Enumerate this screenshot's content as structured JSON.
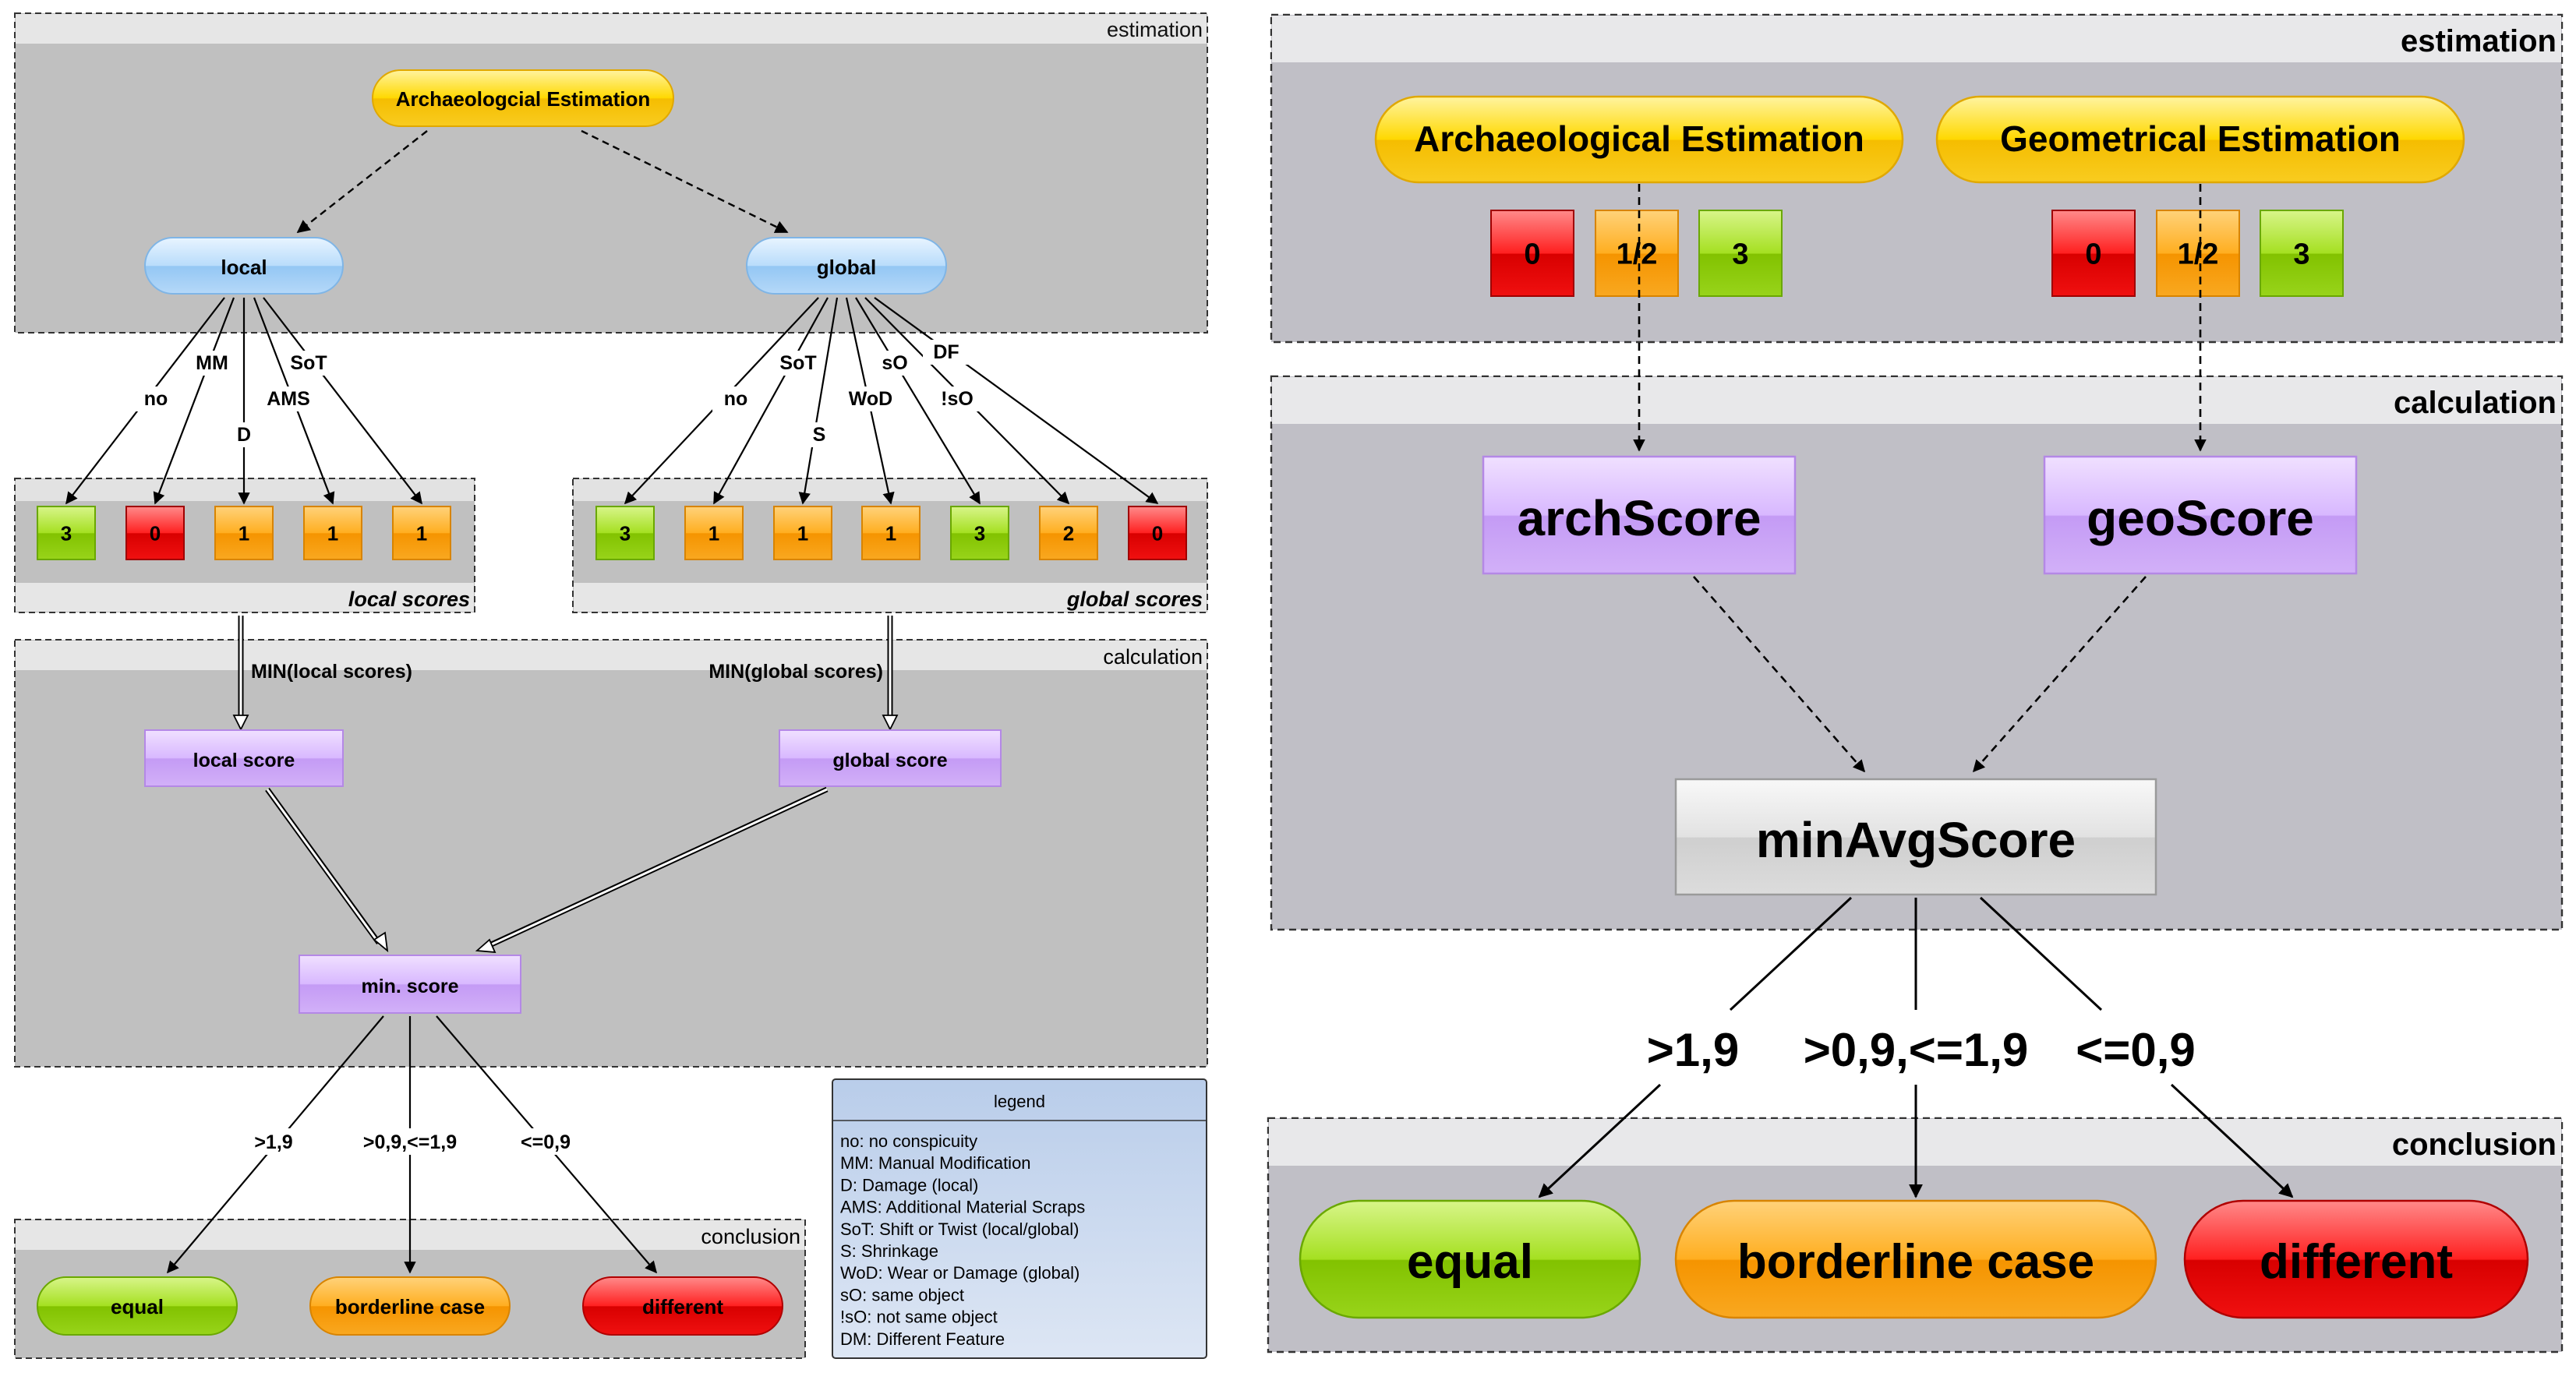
{
  "colors": {
    "panel_bg": "#c0c0c0",
    "panel_bg_right": "#c0bfc6",
    "yellow": "#f6c200",
    "blue": "#a9d4f7",
    "green": "#8fd000",
    "red": "#e60000",
    "orange": "#f6a000",
    "purple": "#c9a0f7",
    "gray_box": "#d6d6d6",
    "legend_bg": "#c9d8ef"
  },
  "left": {
    "sections": {
      "estimation": "estimation",
      "calculation": "calculation",
      "conclusion": "conclusion",
      "local_scores": "local scores",
      "global_scores": "global scores"
    },
    "arch_estimation": "Archaeologcial Estimation",
    "local": "local",
    "global": "global",
    "local_edges": [
      "no",
      "MM",
      "D",
      "AMS",
      "SoT"
    ],
    "local_values": [
      "3",
      "0",
      "1",
      "1",
      "1"
    ],
    "local_colors": [
      "green",
      "red",
      "orange",
      "orange",
      "orange"
    ],
    "global_edges": [
      "no",
      "SoT",
      "S",
      "WoD",
      "sO",
      "!sO",
      "DF"
    ],
    "global_values": [
      "3",
      "1",
      "1",
      "1",
      "3",
      "2",
      "0"
    ],
    "global_colors": [
      "green",
      "orange",
      "orange",
      "orange",
      "green",
      "orange",
      "red"
    ],
    "min_local": "MIN(local scores)",
    "min_global": "MIN(global scores)",
    "local_score": "local score",
    "global_score": "global score",
    "min_score": "min. score",
    "thresholds": [
      ">1,9",
      ">0,9,<=1,9",
      "<=0,9"
    ],
    "conclusions": [
      "equal",
      "borderline case",
      "different"
    ],
    "legend_title": "legend",
    "legend_items": [
      "no: no conspicuity",
      "MM: Manual Modification",
      "D: Damage (local)",
      "AMS: Additional Material Scraps",
      "SoT: Shift or Twist (local/global)",
      "S: Shrinkage",
      "WoD: Wear or Damage (global)",
      "sO: same object",
      "!sO: not same object",
      "DM: Different Feature"
    ]
  },
  "right": {
    "sections": {
      "estimation": "estimation",
      "calculation": "calculation",
      "conclusion": "conclusion"
    },
    "arch_estimation": "Archaeological Estimation",
    "geo_estimation": "Geometrical Estimation",
    "arch_values": [
      "0",
      "1/2",
      "3"
    ],
    "geo_values": [
      "0",
      "1/2",
      "3"
    ],
    "value_colors": [
      "red",
      "orange",
      "green"
    ],
    "arch_score": "archScore",
    "geo_score": "geoScore",
    "min_avg_score": "minAvgScore",
    "thresholds": [
      ">1,9",
      ">0,9,<=1,9",
      "<=0,9"
    ],
    "conclusions": [
      "equal",
      "borderline case",
      "different"
    ]
  }
}
